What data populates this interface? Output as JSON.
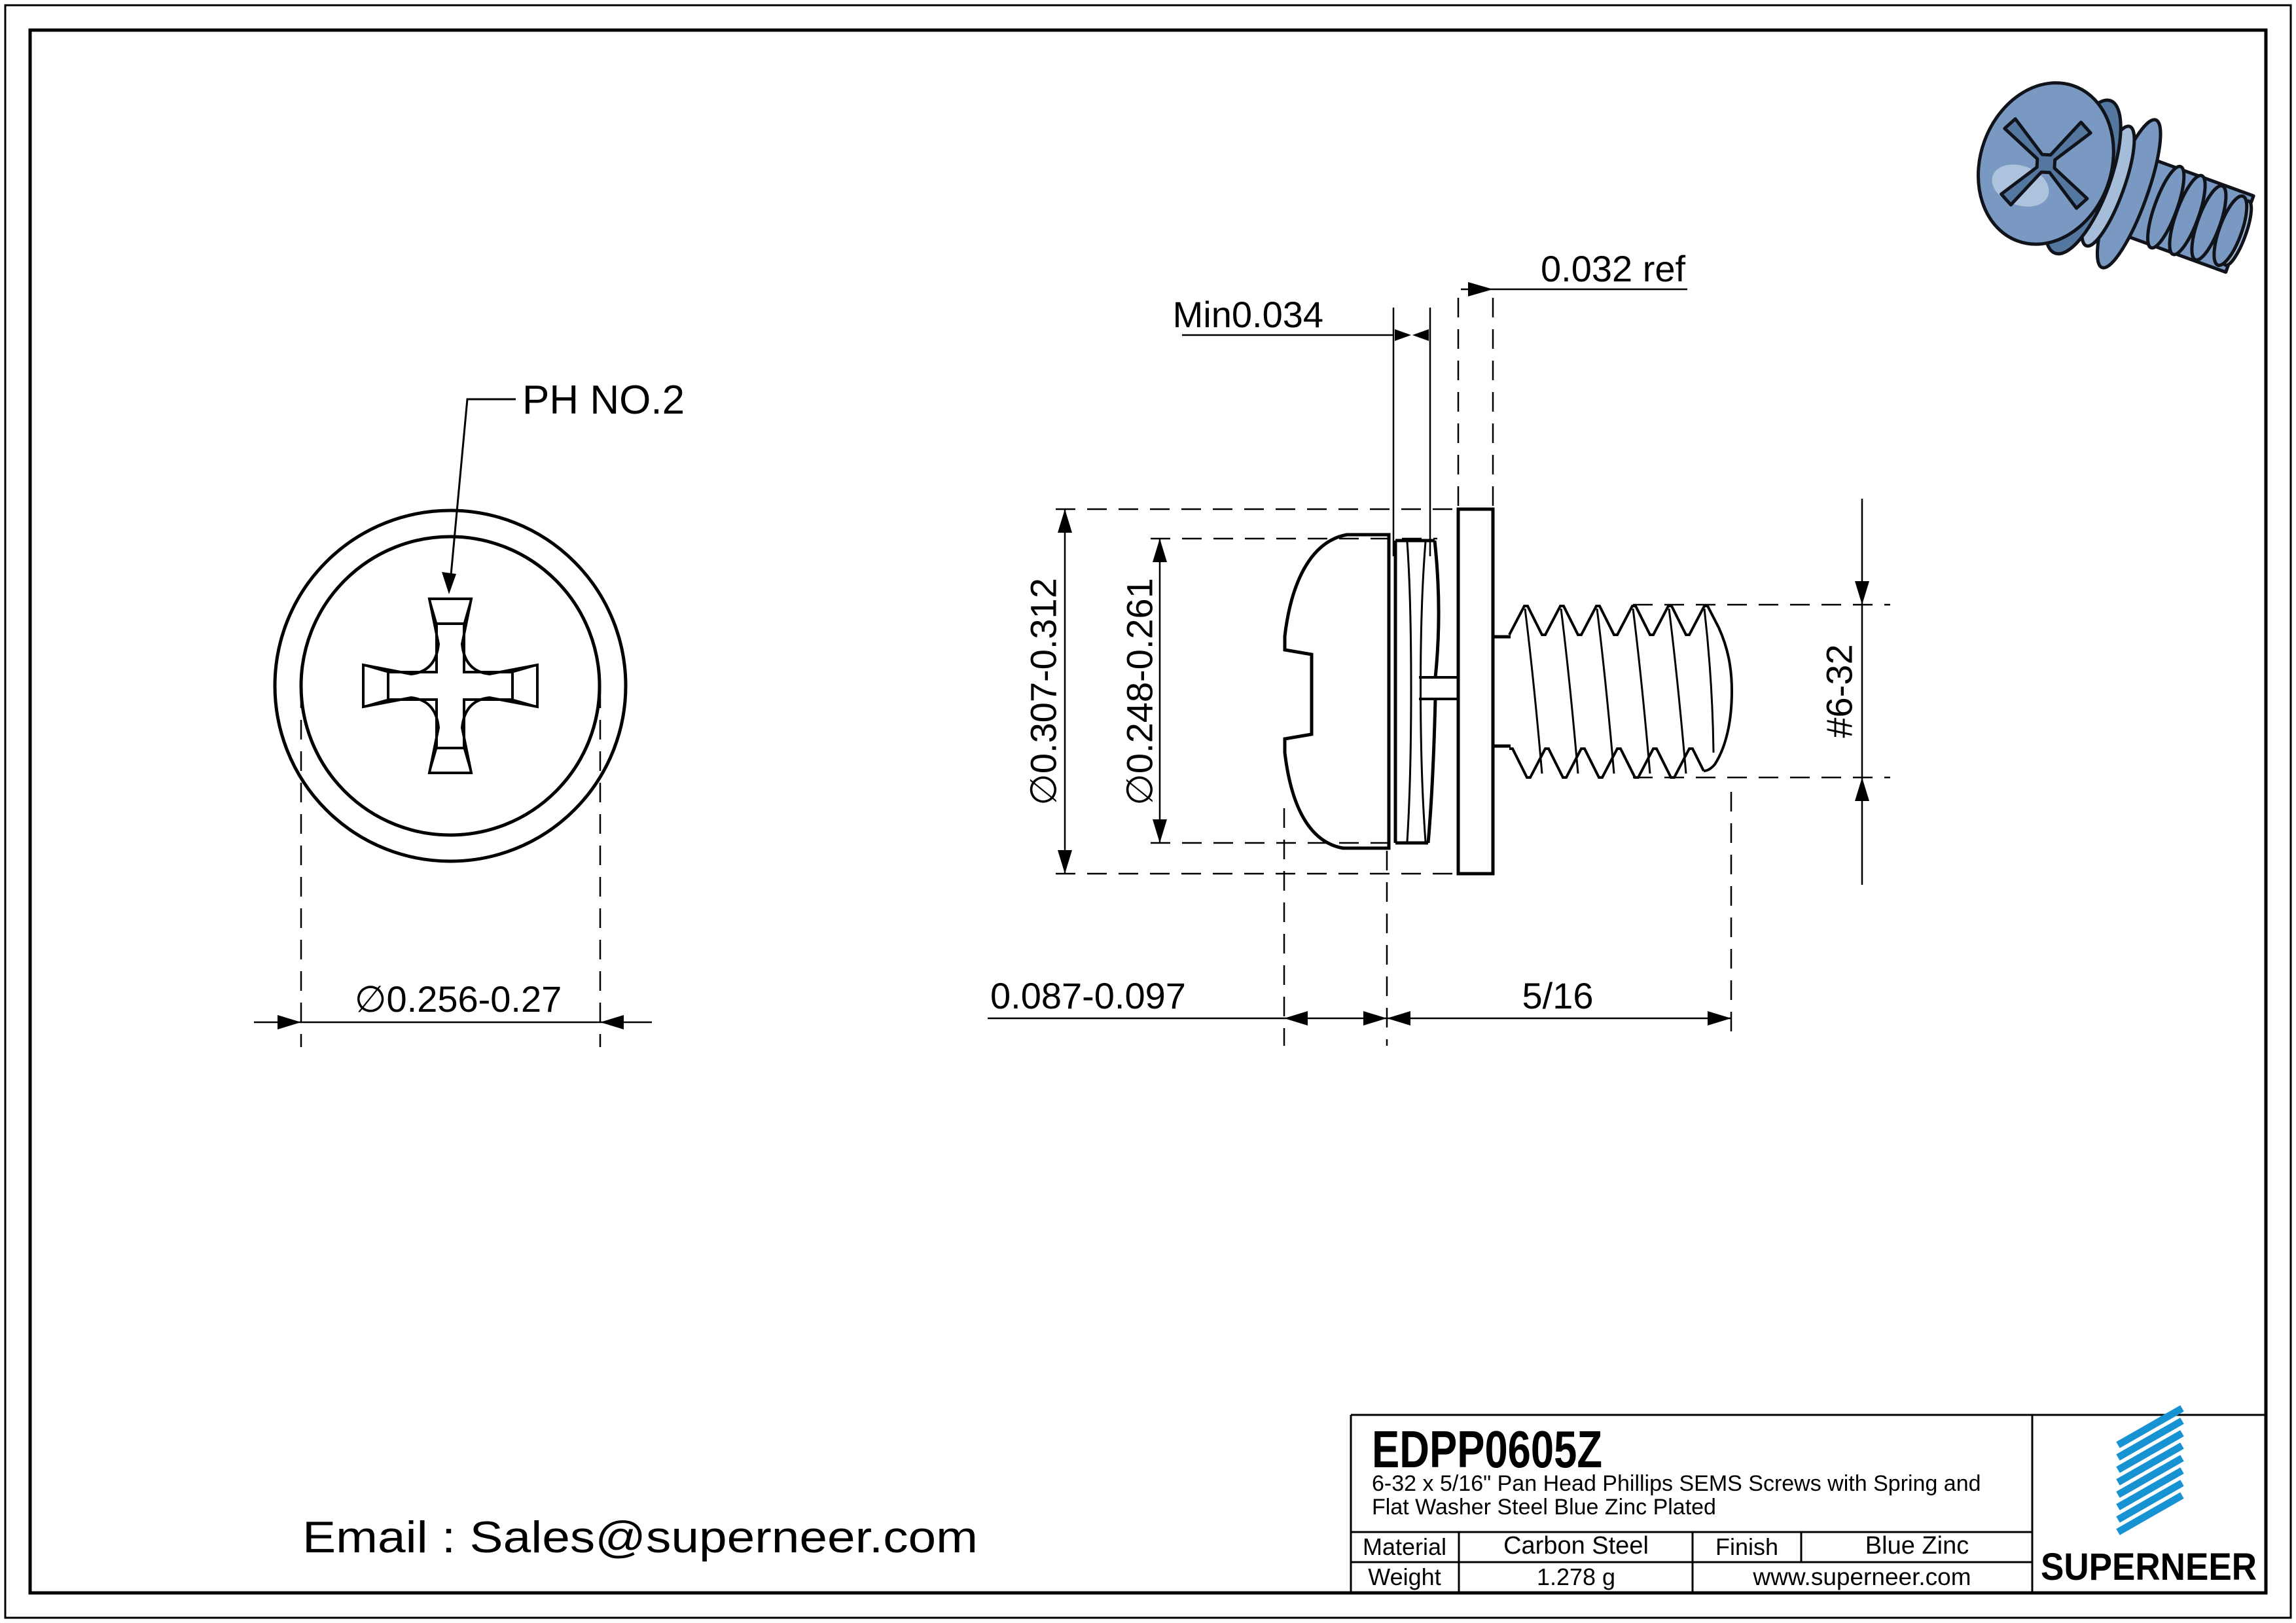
{
  "sheet": {
    "background": "#ffffff",
    "line_color": "#000000"
  },
  "views": {
    "front": {
      "callout": "PH NO.2",
      "head_diameter": "∅0.256-0.27"
    },
    "side": {
      "spring_washer_thickness": "Min0.034",
      "flat_washer_thickness": "0.032 ref",
      "flat_washer_od": "∅0.307-0.312",
      "spring_washer_od": "∅0.248-0.261",
      "thread_spec": "#6-32",
      "head_height": "0.087-0.097",
      "thread_length": "5/16"
    }
  },
  "title_block": {
    "part_number": "EDPP0605Z",
    "description_line1": "6-32 x 5/16\" Pan Head Phillips SEMS Screws with Spring and",
    "description_line2": "Flat Washer Steel Blue Zinc Plated",
    "material_label": "Material",
    "material_value": "Carbon Steel",
    "finish_label": "Finish",
    "finish_value": "Blue Zinc",
    "weight_label": "Weight",
    "weight_value": "1.278 g",
    "website": "www.superneer.com",
    "brand_name": "SUPERNEER"
  },
  "footer": {
    "email": "Email : Sales@superneer.com"
  },
  "colors": {
    "brand_blue": "#1793d4",
    "link_blue": "#1e8fd5",
    "screw_blue": "#7999c2",
    "screw_blue_light": "#a6bdd9",
    "screw_blue_dark": "#54779f",
    "screw_highlight": "#c9d9ea",
    "outline_dark": "#10131a"
  }
}
